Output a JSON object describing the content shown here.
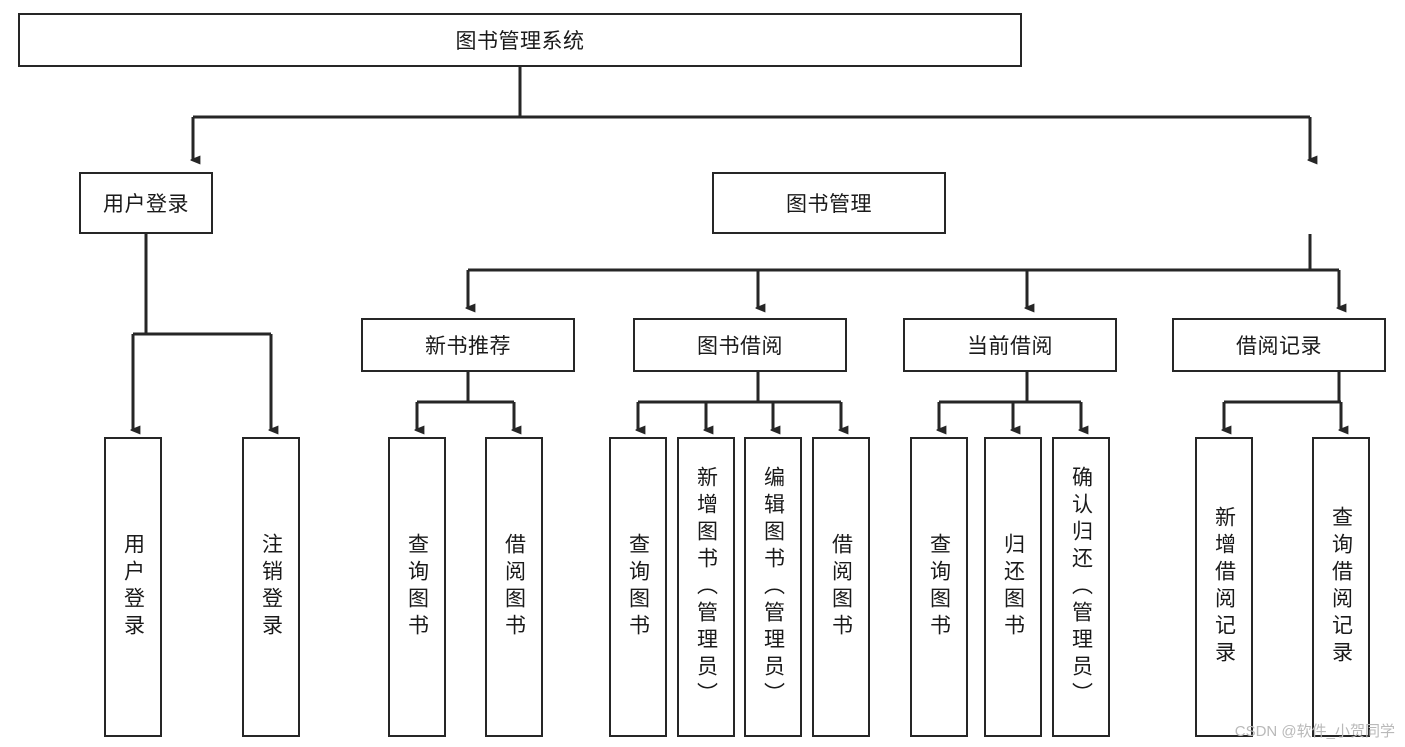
{
  "diagram": {
    "title": "图书管理系统",
    "type": "hierarchy-tree",
    "colors": {
      "stroke": "#262626",
      "fill": "#ffffff",
      "text": "#1a1a1a",
      "watermark": "#b9b9b9"
    },
    "root": {
      "label": "图书管理系统"
    },
    "level2": [
      {
        "label": "用户登录"
      },
      {
        "label": "图书管理"
      }
    ],
    "level3": [
      {
        "label": "新书推荐"
      },
      {
        "label": "图书借阅"
      },
      {
        "label": "当前借阅"
      },
      {
        "label": "借阅记录"
      }
    ],
    "leaves": [
      {
        "label": "用户登录",
        "parent": "用户登录"
      },
      {
        "label": "注销登录",
        "parent": "用户登录"
      },
      {
        "label": "查询图书",
        "parent": "新书推荐"
      },
      {
        "label": "借阅图书",
        "parent": "新书推荐"
      },
      {
        "label": "查询图书",
        "parent": "图书借阅"
      },
      {
        "label": "新增图书（管理员）",
        "parent": "图书借阅"
      },
      {
        "label": "编辑图书（管理员）",
        "parent": "图书借阅"
      },
      {
        "label": "借阅图书",
        "parent": "图书借阅"
      },
      {
        "label": "查询图书",
        "parent": "当前借阅"
      },
      {
        "label": "归还图书",
        "parent": "当前借阅"
      },
      {
        "label": "确认归还（管理员）",
        "parent": "当前借阅"
      },
      {
        "label": "新增借阅记录",
        "parent": "借阅记录"
      },
      {
        "label": "查询借阅记录",
        "parent": "借阅记录"
      }
    ]
  },
  "watermark": {
    "text": "CSDN @软件_小贺同学"
  }
}
